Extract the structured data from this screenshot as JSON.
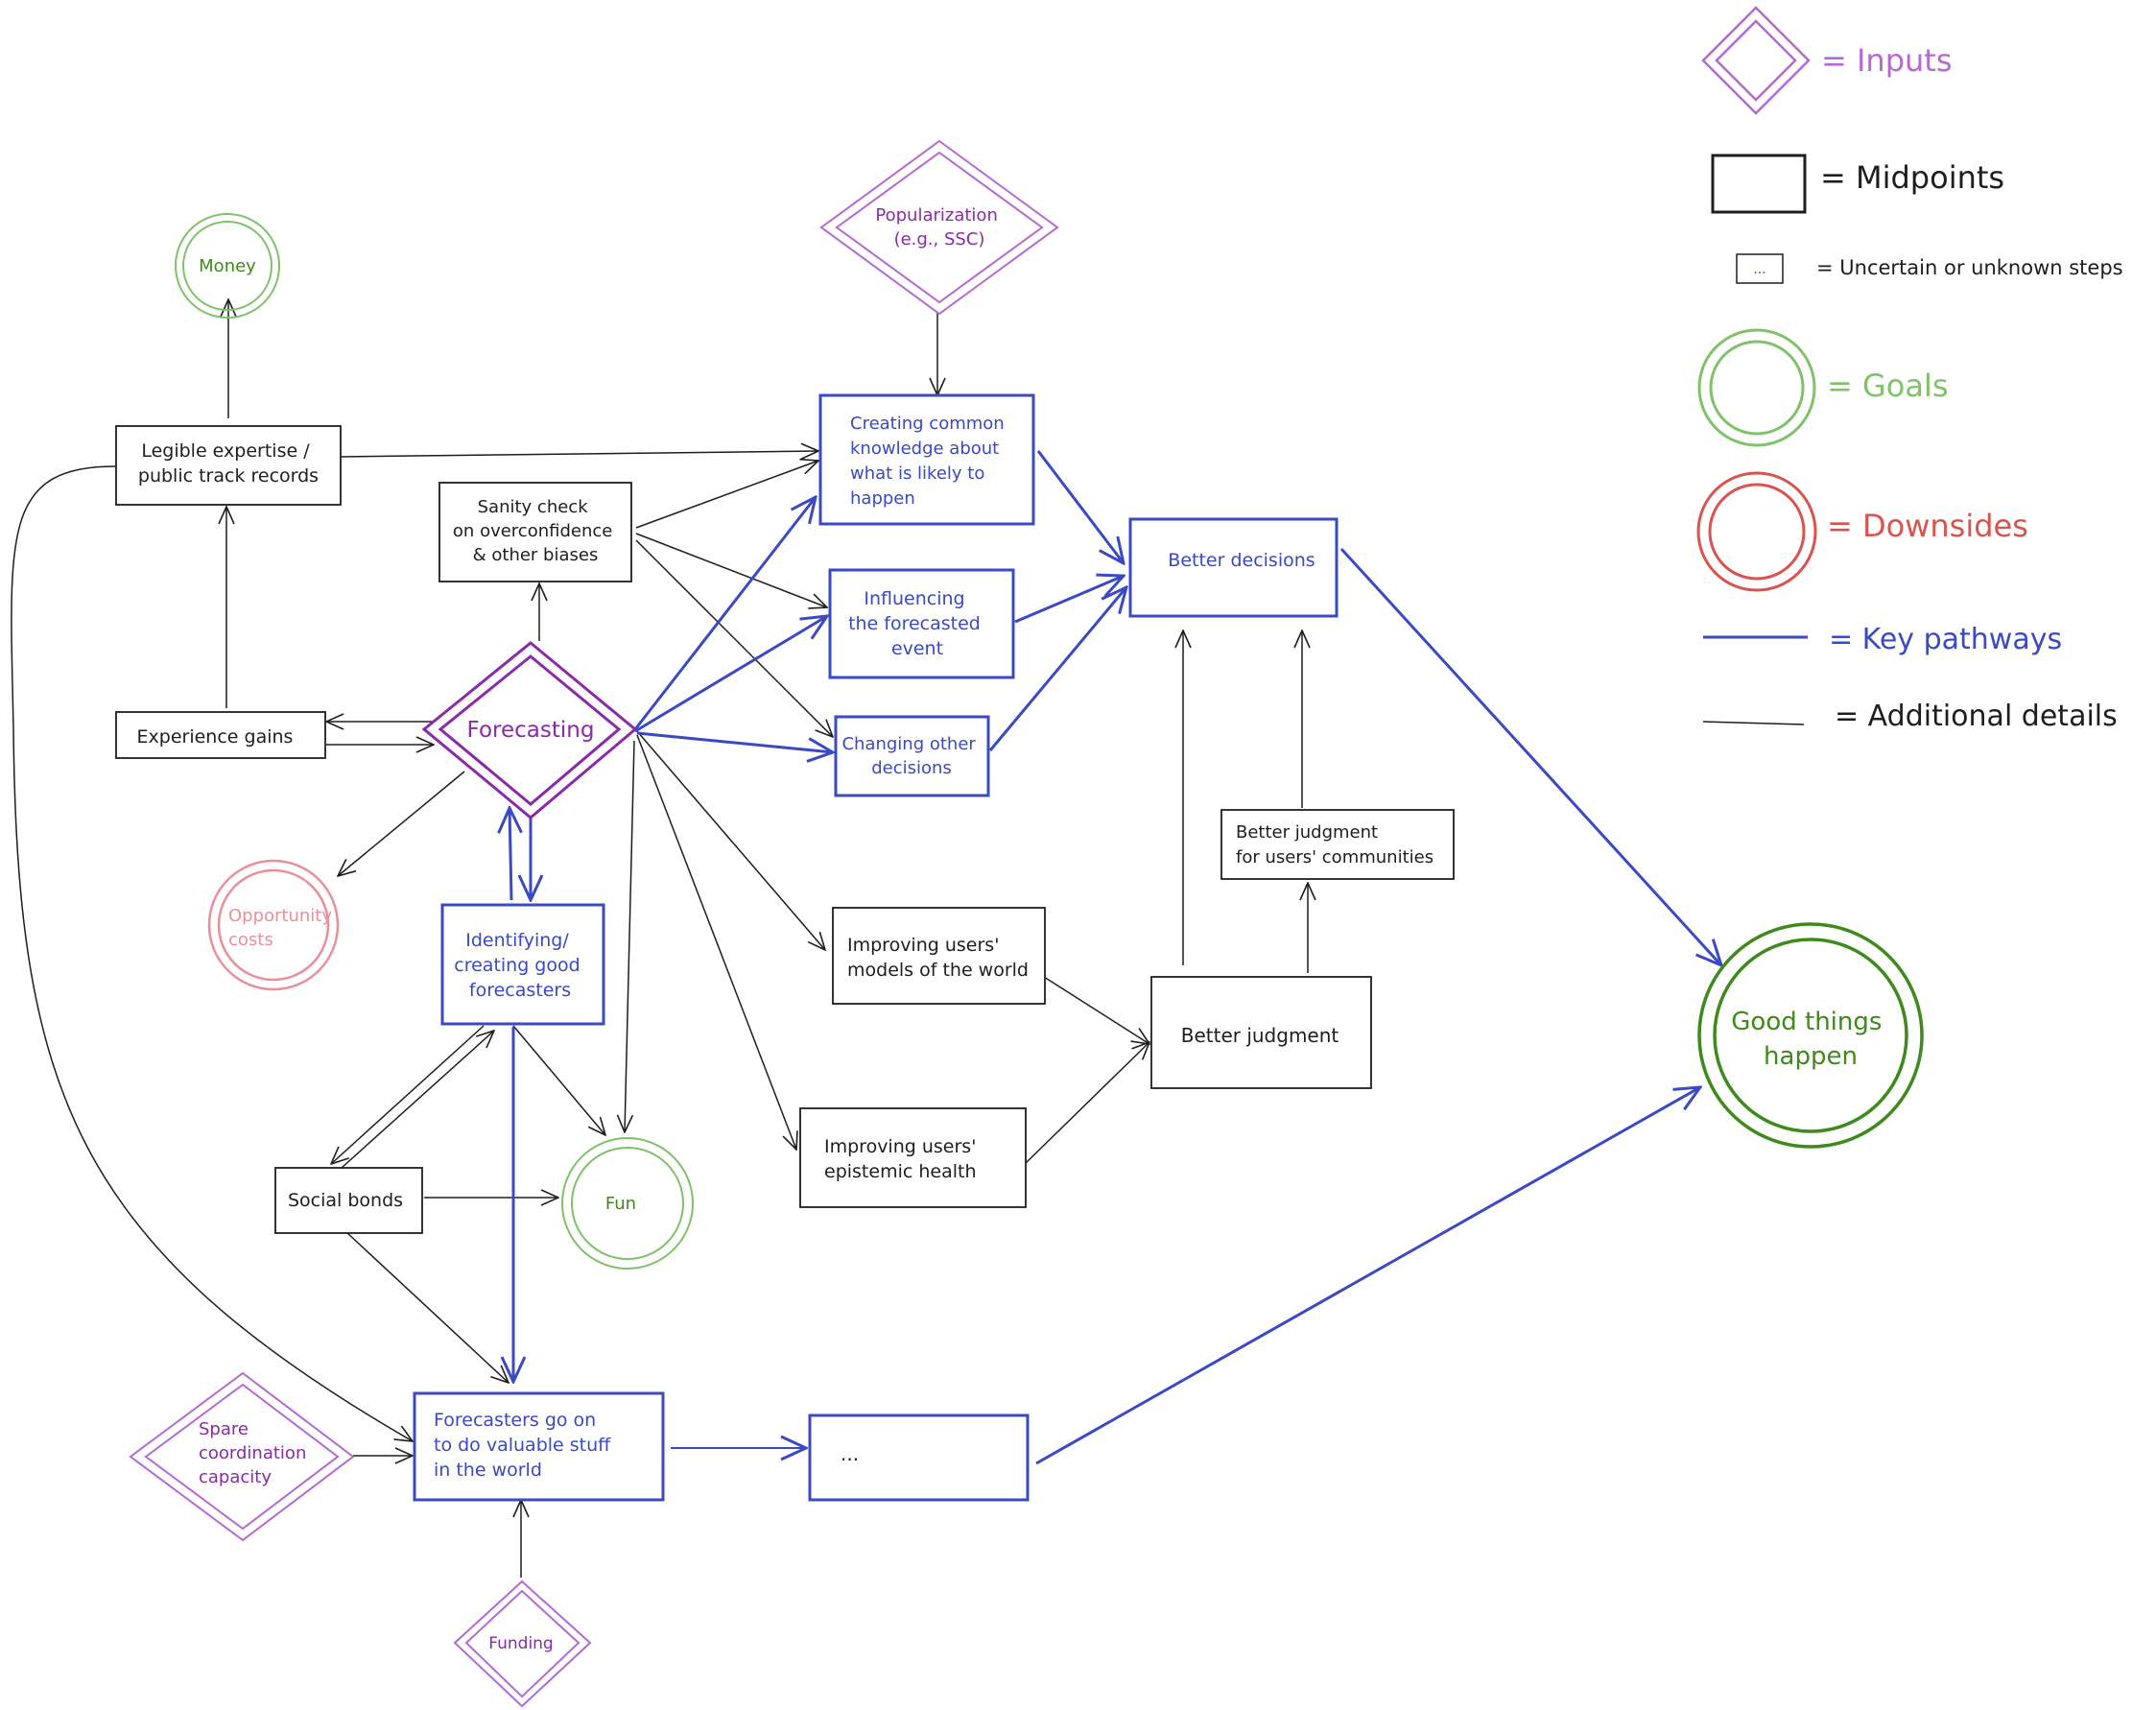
{
  "colors": {
    "black": "#1e1e1e",
    "blue": "#3a49c4",
    "purple": "#8b2aa8",
    "purple_light": "#b46ad0",
    "green_dark": "#3f8a1c",
    "green_light": "#7fc26a",
    "red": "#d9534f",
    "pink": "#e8919a"
  },
  "legend": {
    "inputs": "= Inputs",
    "midpoints": "= Midpoints",
    "uncertain_box": "...",
    "uncertain": "= Uncertain or unknown steps",
    "goals": "= Goals",
    "downsides": "= Downsides",
    "key_pathways": "= Key pathways",
    "additional_details": "= Additional details"
  },
  "nodes": {
    "money": "Money",
    "popularization": [
      "Popularization",
      "(e.g., SSC)"
    ],
    "legible_expertise": [
      "Legible expertise /",
      "public track records"
    ],
    "sanity_check": [
      "Sanity check",
      "on overconfidence",
      "& other biases"
    ],
    "creating_common": [
      "Creating common",
      "knowledge about",
      "what is likely to",
      "happen"
    ],
    "better_decisions": "Better decisions",
    "influencing": [
      "Influencing",
      "the forecasted",
      "event"
    ],
    "changing_decisions": [
      "Changing other",
      "decisions"
    ],
    "experience_gains": "Experience gains",
    "forecasting": "Forecasting",
    "opportunity_costs": [
      "Opportunity",
      "costs"
    ],
    "identifying": [
      "Identifying/",
      "creating good",
      "forecasters"
    ],
    "better_judgment_communities": [
      "Better judgment",
      "for users' communities"
    ],
    "improving_models": [
      "Improving users'",
      "models of the world"
    ],
    "better_judgment": "Better judgment",
    "improving_epistemic": [
      "Improving users'",
      "epistemic health"
    ],
    "good_things": [
      "Good things",
      "happen"
    ],
    "social_bonds": "Social bonds",
    "fun": "Fun",
    "spare_capacity": [
      "Spare",
      "coordination",
      "capacity"
    ],
    "forecasters_go_on": [
      "Forecasters go on",
      "to do valuable stuff",
      "in the world"
    ],
    "unknown_step": "...",
    "funding": "Funding"
  }
}
